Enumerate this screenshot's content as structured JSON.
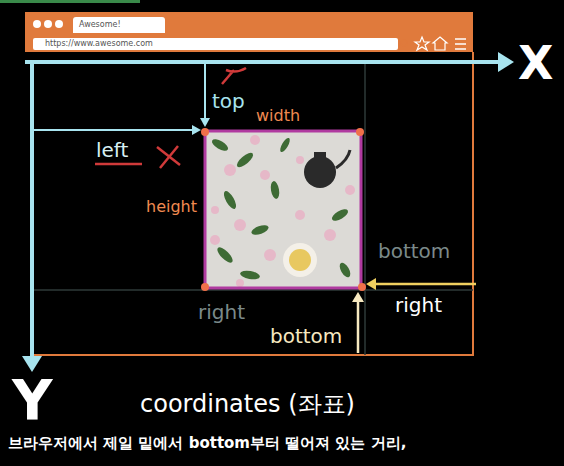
{
  "diagram": {
    "caption": "브라우저에서 제일 밑에서 bottom부터 떨어져 있는 거리,",
    "nodes": [
      {
        "text": [
          "Awesome!"
        ]
      },
      {
        "text": [
          "https://www.awesome.com"
        ]
      }
    ],
    "labels": [
      "X",
      "top",
      "width",
      "left",
      "height",
      "bottom",
      "right",
      "right",
      "bottom",
      "Y",
      "coordinates (좌표)"
    ]
  }
}
